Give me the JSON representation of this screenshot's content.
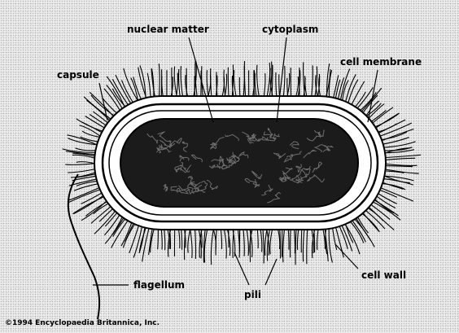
{
  "diagram": {
    "labels": {
      "nuclear_matter": "nuclear matter",
      "cytoplasm": "cytoplasm",
      "cell_membrane": "cell membrane",
      "capsule": "capsule",
      "flagellum": "flagellum",
      "pili": "pili",
      "cell_wall": "cell wall"
    },
    "copyright": "©1994 Encyclopaedia Britannica, Inc."
  }
}
